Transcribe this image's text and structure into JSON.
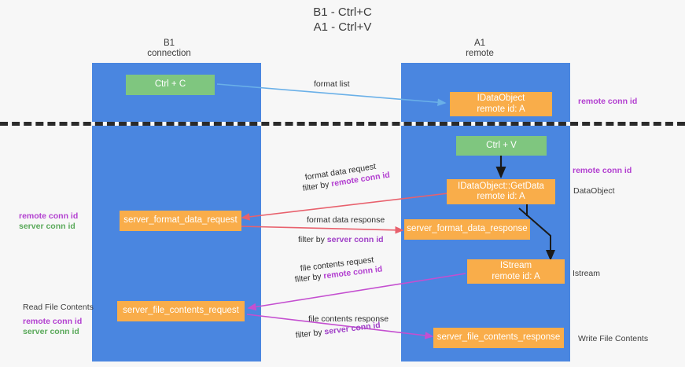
{
  "title": {
    "line1": "B1 - Ctrl+C",
    "line2": "A1 - Ctrl+V"
  },
  "lanes": [
    {
      "name": "B1",
      "role": "connection",
      "color": "#4a86e0"
    },
    {
      "name": "A1",
      "role": "remote",
      "color": "#4a86e0"
    }
  ],
  "colors": {
    "lane": "#4a86e0",
    "green_node": "#7fc67f",
    "orange_node": "#f9ad4a",
    "remote_conn_id": "#b23fd0",
    "server_conn_id": "#5aa95a",
    "arrow_format_list": "#6ab0e8",
    "arrow_format_data": "#e8616d",
    "arrow_file_contents": "#c martin",
    "arrow_file": "#c44fd0",
    "arrow_black": "#1a1a1a",
    "separator": "#2b2b2b",
    "background": "#f7f7f7"
  },
  "nodes": [
    {
      "id": "ctrl-c",
      "label": "Ctrl + C",
      "sub": "",
      "style": "green"
    },
    {
      "id": "idataobject-remote",
      "label": "IDataObject",
      "sub": "remote id: A",
      "style": "orange"
    },
    {
      "id": "ctrl-v",
      "label": "Ctrl + V",
      "sub": "",
      "style": "green"
    },
    {
      "id": "idataobject-getdata",
      "label": "IDataObject::GetData",
      "sub": "remote id: A",
      "style": "orange"
    },
    {
      "id": "server-format-data-request",
      "label": "server_format_data_request",
      "sub": "",
      "style": "orange"
    },
    {
      "id": "server-format-data-response",
      "label": "server_format_data_response",
      "sub": "",
      "style": "orange"
    },
    {
      "id": "istream",
      "label": "IStream",
      "sub": "remote id: A",
      "style": "orange"
    },
    {
      "id": "server-file-contents-request",
      "label": "server_file_contents_request",
      "sub": "",
      "style": "orange"
    },
    {
      "id": "server-file-contents-response",
      "label": "server_file_contents_response",
      "sub": "",
      "style": "orange"
    }
  ],
  "edge_labels": {
    "format_list": "format list",
    "format_data_request": "format data request",
    "format_data_request_filter_prefix": "filter by ",
    "format_data_request_filter_key": "remote conn id",
    "format_data_response": "format data response",
    "format_data_response_filter_prefix": "filter by ",
    "format_data_response_filter_key": "server conn id",
    "file_contents_request": "file contents request",
    "file_contents_request_filter_prefix": "filter by ",
    "file_contents_request_filter_key": "remote conn id",
    "file_contents_response": "file contents response",
    "file_contents_response_filter_prefix": "filter by ",
    "file_contents_response_filter_key": "server conn id"
  },
  "annotations": {
    "right": [
      {
        "id": "right-remote-conn-id-top",
        "text": "remote conn id",
        "kind": "rconn"
      },
      {
        "id": "right-remote-conn-id-mid",
        "text": "remote conn id",
        "kind": "rconn"
      },
      {
        "id": "right-dataobject",
        "text": "DataObject",
        "kind": "plain"
      },
      {
        "id": "right-istream",
        "text": "Istream",
        "kind": "plain"
      },
      {
        "id": "right-write-file-contents",
        "text": "Write File Contents",
        "kind": "plain"
      }
    ],
    "left": [
      {
        "id": "left-remote-conn-id-mid",
        "text": "remote conn id",
        "kind": "rconn"
      },
      {
        "id": "left-server-conn-id-mid",
        "text": "server conn id",
        "kind": "sconn"
      },
      {
        "id": "left-read-file-contents",
        "text": "Read File Contents",
        "kind": "plain"
      },
      {
        "id": "left-remote-conn-id-bot",
        "text": "remote conn id",
        "kind": "rconn"
      },
      {
        "id": "left-server-conn-id-bot",
        "text": "server conn id",
        "kind": "sconn"
      }
    ]
  }
}
